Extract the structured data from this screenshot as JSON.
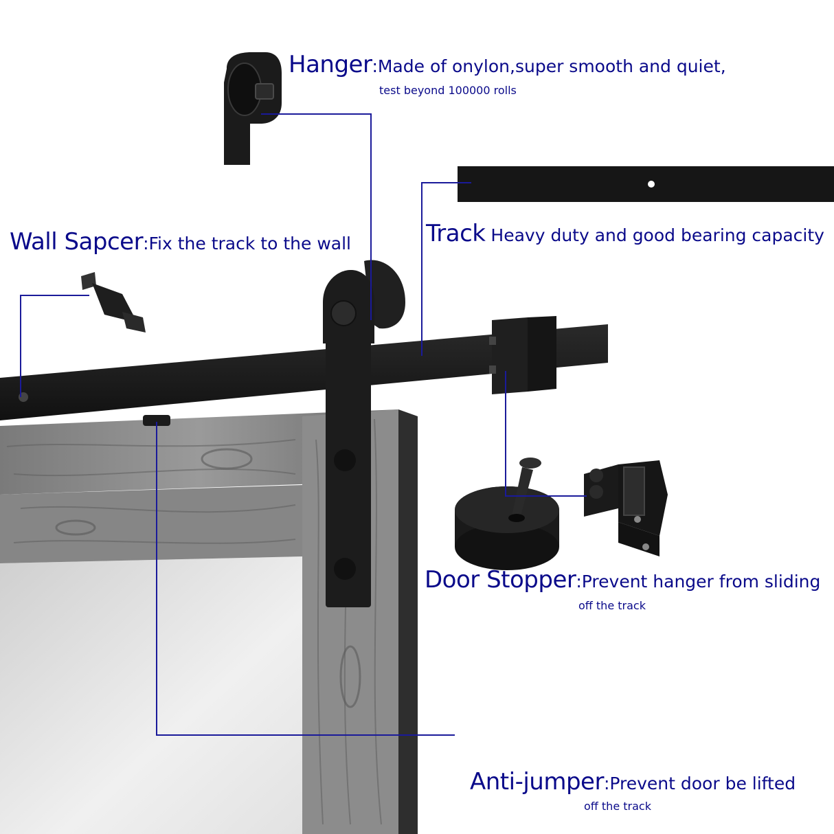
{
  "colors": {
    "label_text": "#0a0a8a",
    "leader_line": "#1a1a9a",
    "hardware": "#1b1b1b",
    "wood_panel": "#8a8a8a",
    "door_glass": "#e6e6e6"
  },
  "hanger": {
    "title": "Hanger",
    "desc_line1": ":Made of onylon,super smooth and quiet,",
    "desc_line2": "test beyond 100000 rolls"
  },
  "wall_spacer": {
    "title": "Wall Sapcer",
    "desc": ":Fix the track to the wall"
  },
  "track": {
    "title": "Track",
    "desc": " Heavy duty and good bearing capacity"
  },
  "door_stopper": {
    "title": "Door Stopper",
    "desc_line1": ":Prevent hanger from sliding",
    "desc_line2": "off the track"
  },
  "anti_jumper": {
    "title": "Anti-jumper",
    "desc_line1": ":Prevent door be lifted",
    "desc_line2": "off the track"
  }
}
